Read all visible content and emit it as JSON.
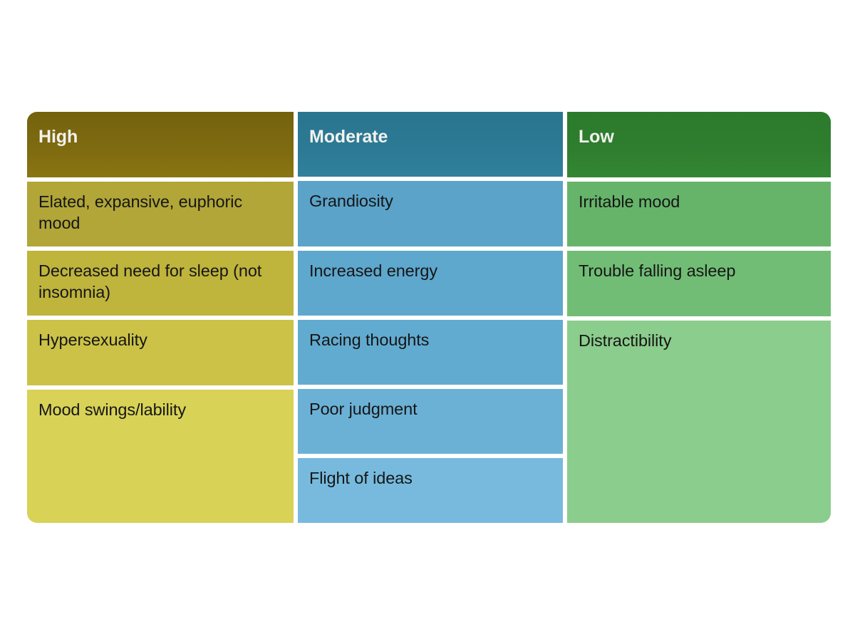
{
  "slide": {
    "background_color": "#ffffff",
    "table_title": ""
  },
  "table": {
    "columns": [
      {
        "key": "high",
        "header": "High",
        "header_color": "#7e6a10",
        "body_color": "#bfb43c",
        "cells": [
          "Elated, expansive, euphoric mood",
          "Decreased need for sleep (not insomnia)",
          "Hypersexuality",
          "Mood swings/lability"
        ]
      },
      {
        "key": "moderate",
        "header": "Moderate",
        "header_color": "#2c7a95",
        "body_color": "#62abd0",
        "cells": [
          "Grandiosity",
          "Increased energy",
          "Racing thoughts",
          "Poor judgment",
          "Flight of ideas"
        ]
      },
      {
        "key": "low",
        "header": "Low",
        "header_color": "#2f7e2f",
        "body_color": "#71bd75",
        "cells": [
          "Irritable mood",
          "Trouble falling asleep",
          "Distractibility"
        ]
      }
    ]
  }
}
